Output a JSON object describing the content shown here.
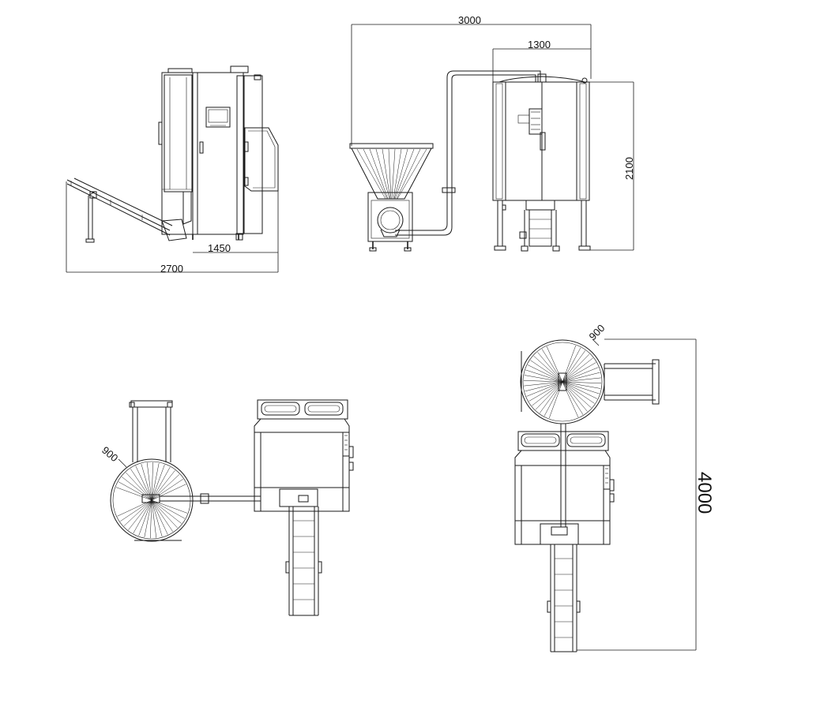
{
  "dimensions": {
    "side_view": {
      "machine_width": "1450",
      "total_length": "2700"
    },
    "front_view": {
      "total_width": "3000",
      "machine_width": "1300",
      "height": "2100"
    },
    "top_view_left": {
      "tumbler_diameter": "900"
    },
    "top_view_right": {
      "tumbler_diameter": "900",
      "total_length": "4000"
    }
  }
}
